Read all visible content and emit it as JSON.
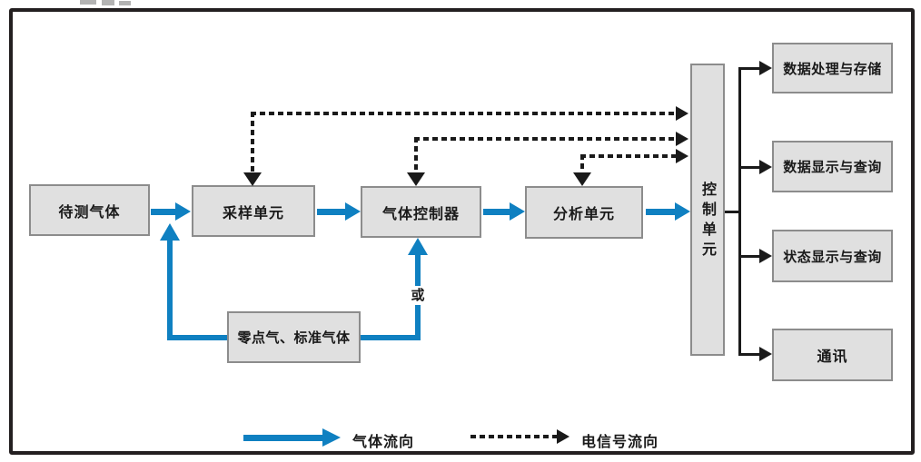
{
  "diagram": {
    "flow_boxes": [
      {
        "label": "待测气体"
      },
      {
        "label": "采样单元"
      },
      {
        "label": "气体控制器"
      },
      {
        "label": "分析单元"
      }
    ],
    "gas_source_box": {
      "label": "零点气、标准气体"
    },
    "or_label": "或",
    "control_unit": {
      "label": "控制单元"
    },
    "output_boxes": [
      {
        "label": "数据处理与存储"
      },
      {
        "label": "数据显示与查询"
      },
      {
        "label": "状态显示与查询"
      },
      {
        "label": "通讯"
      }
    ],
    "legend": {
      "gas_flow_label": "气体流向",
      "signal_flow_label": "电信号流向"
    },
    "colors": {
      "gas_flow": "#0f80c1",
      "signal_flow": "#1a1a1a",
      "box_fill": "#e0e0e0",
      "box_border": "#8c8c8c",
      "frame": "#231f20"
    }
  }
}
